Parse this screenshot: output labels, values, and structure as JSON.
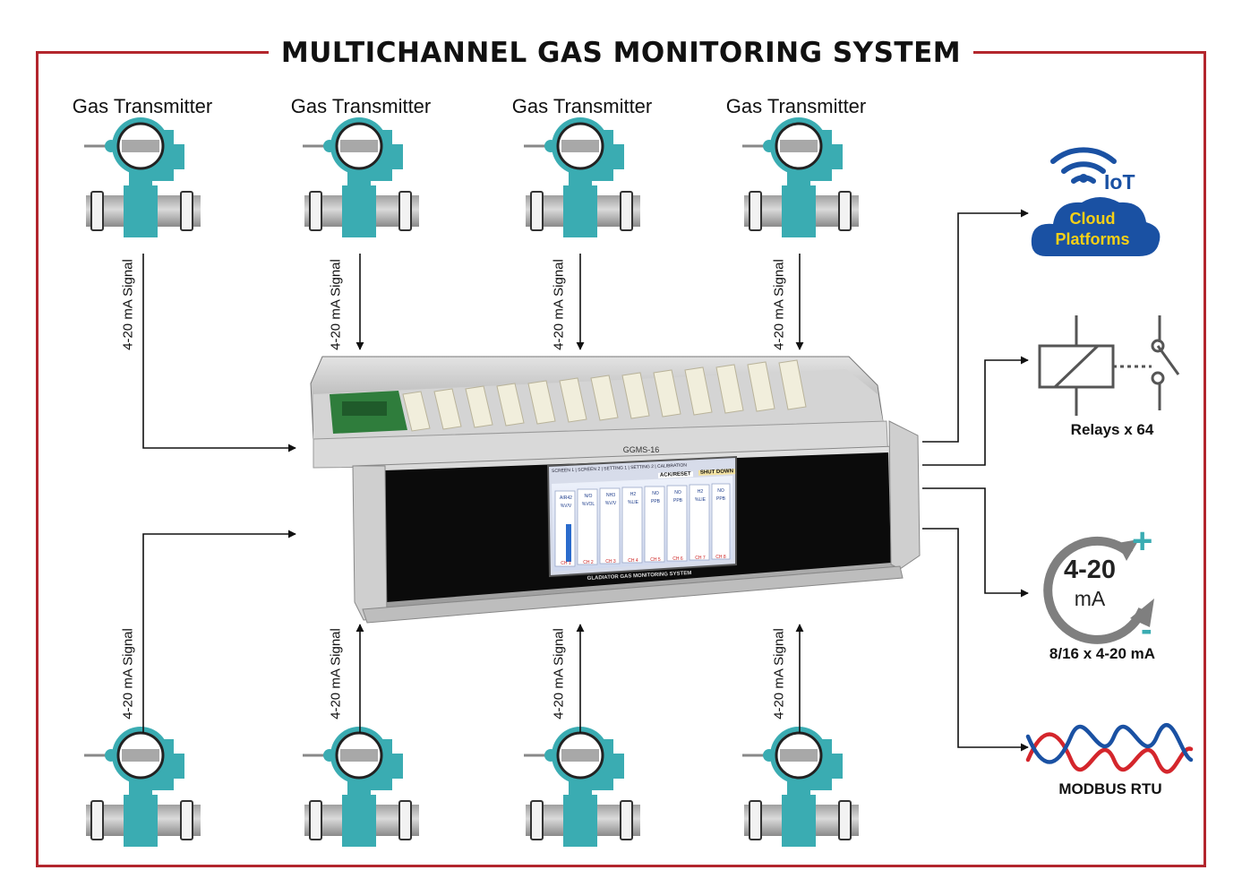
{
  "title": "MULTICHANNEL GAS MONITORING SYSTEM",
  "transmitter_label": "Gas Transmitter",
  "signal_label": "4-20 mA Signal",
  "outputs": {
    "iot": {
      "badge": "IoT",
      "line1": "Cloud",
      "line2": "Platforms"
    },
    "relays": {
      "label": "Relays x 64"
    },
    "analog": {
      "value": "4-20",
      "unit": "mA",
      "plus": "+",
      "minus": "-",
      "label": "8/16 x 4-20 mA"
    },
    "modbus": {
      "label": "MODBUS RTU"
    }
  },
  "device": {
    "model": "GGMS-16",
    "footer": "GLADIATOR GAS MONITORING SYSTEM",
    "screen_tabs": [
      "SCREEN 1",
      "SCREEN 2",
      "SETTING 1",
      "SETTING 2",
      "CALIBRATION"
    ],
    "screen_buttons": [
      "ACK/RESET",
      "SHUT DOWN"
    ],
    "channels": [
      {
        "gas": "AIR42",
        "unit": "%V/V",
        "ch": "CH 1"
      },
      {
        "gas": "N/O",
        "unit": "%VOL",
        "ch": "CH 2"
      },
      {
        "gas": "NH3",
        "unit": "%V/V",
        "ch": "CH 3"
      },
      {
        "gas": "H2",
        "unit": "%LIE",
        "ch": "CH 4"
      },
      {
        "gas": "NO",
        "unit": "PPB",
        "ch": "CH 5"
      },
      {
        "gas": "NO",
        "unit": "PPB",
        "ch": "CH 6"
      },
      {
        "gas": "H2",
        "unit": "%LIE",
        "ch": "CH 7"
      },
      {
        "gas": "NO",
        "unit": "PPB",
        "ch": "CH 8"
      }
    ]
  },
  "colors": {
    "frame": "#b3262d",
    "teal": "#3aacb2",
    "blue": "#1a51a3",
    "yellow": "#f6d016",
    "red": "#d4262c",
    "gray": "#8c8c8c"
  }
}
